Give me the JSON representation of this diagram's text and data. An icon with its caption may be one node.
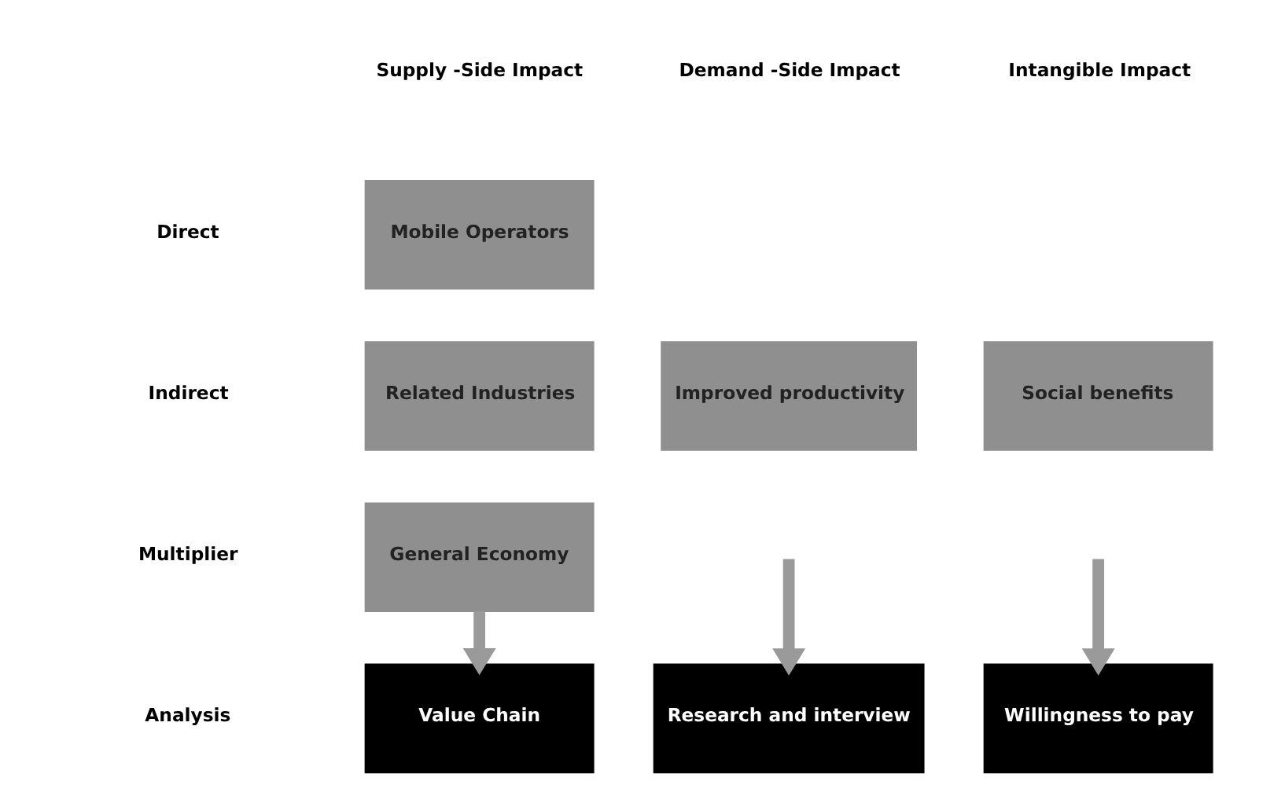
{
  "diagram": {
    "nodes": [
      {
        "text": [
          "Mobile Operators"
        ]
      },
      {
        "text": [
          "Related Industries"
        ]
      },
      {
        "text": [
          "General Economy"
        ]
      },
      {
        "text": [
          "Improved productivity"
        ]
      },
      {
        "text": [
          "Social benefits"
        ]
      },
      {
        "text": [
          "Value Chain"
        ]
      },
      {
        "text": [
          "Research and interview"
        ]
      },
      {
        "text": [
          "Willingness to pay"
        ]
      }
    ],
    "edges": [
      {
        "from": 2,
        "to": 5,
        "arrow": "to"
      },
      {
        "from": null,
        "to": 6,
        "arrow": "to"
      },
      {
        "from": null,
        "to": 7,
        "arrow": "to"
      }
    ],
    "labels": [
      "Supply -Side Impact",
      "Demand -Side Impact",
      "Intangible Impact",
      "Direct",
      "Indirect",
      "Multiplier",
      "Analysis"
    ]
  }
}
